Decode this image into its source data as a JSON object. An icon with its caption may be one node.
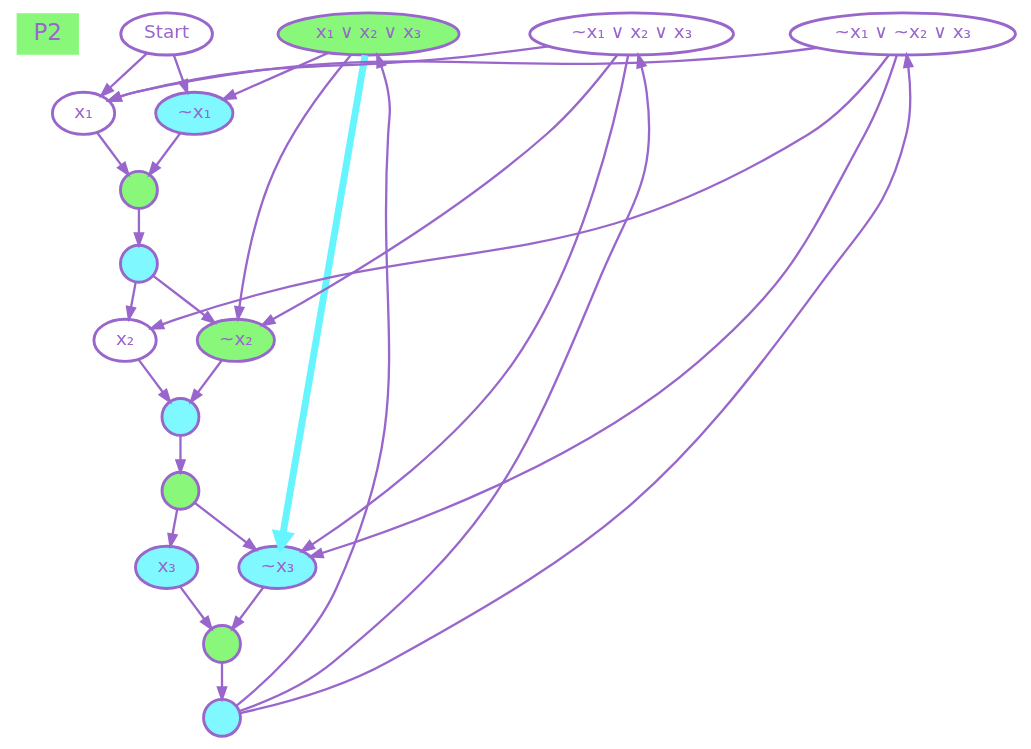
{
  "diagram": {
    "nodes": [
      {
        "text": [
          "Start"
        ]
      },
      {
        "text": [
          "x₁"
        ]
      },
      {
        "text": [
          "~x₁"
        ]
      },
      {
        "text": [],
        "shape": "circle"
      },
      {
        "text": [],
        "shape": "circle"
      },
      {
        "text": [
          "x₂"
        ]
      },
      {
        "text": [
          "~x₂"
        ]
      },
      {
        "text": [],
        "shape": "circle"
      },
      {
        "text": [],
        "shape": "circle"
      },
      {
        "text": [
          "x₃"
        ]
      },
      {
        "text": [
          "~x₃"
        ]
      },
      {
        "text": [],
        "shape": "circle"
      },
      {
        "text": [
          "x₁ ∨ x₂ ∨ x₃"
        ]
      },
      {
        "text": [
          "~x₁ ∨ x₂ ∨ x₃"
        ]
      },
      {
        "text": [
          "~x₁ ∨ ~x₂ ∨ x₃"
        ]
      },
      {
        "text": [],
        "shape": "circle"
      }
    ],
    "edges": [
      {
        "from": 0,
        "to": 1,
        "arrow": "to"
      },
      {
        "from": 0,
        "to": 2,
        "arrow": "to"
      },
      {
        "from": 1,
        "to": 3,
        "arrow": "to"
      },
      {
        "from": 2,
        "to": 3,
        "arrow": "to"
      },
      {
        "from": 3,
        "to": 4,
        "arrow": "to"
      },
      {
        "from": 4,
        "to": 5,
        "arrow": "to"
      },
      {
        "from": 4,
        "to": 6,
        "arrow": "to"
      },
      {
        "from": 5,
        "to": 7,
        "arrow": "to"
      },
      {
        "from": 6,
        "to": 7,
        "arrow": "to"
      },
      {
        "from": 7,
        "to": 8,
        "arrow": "to"
      },
      {
        "from": 8,
        "to": 9,
        "arrow": "to"
      },
      {
        "from": 8,
        "to": 10,
        "arrow": "to"
      },
      {
        "from": 9,
        "to": 11,
        "arrow": "to"
      },
      {
        "from": 10,
        "to": 11,
        "arrow": "to"
      },
      {
        "from": 11,
        "to": 15,
        "arrow": "to"
      },
      {
        "from": 12,
        "to": 2,
        "arrow": "to"
      },
      {
        "from": 12,
        "to": 6,
        "arrow": "to"
      },
      {
        "from": 12,
        "to": 10,
        "arrow": "to",
        "style": "thick",
        "color": "#66f5ff"
      },
      {
        "from": 13,
        "to": 1,
        "arrow": "to"
      },
      {
        "from": 13,
        "to": 6,
        "arrow": "to"
      },
      {
        "from": 13,
        "to": 10,
        "arrow": "to"
      },
      {
        "from": 14,
        "to": 1,
        "arrow": "to"
      },
      {
        "from": 14,
        "to": 5,
        "arrow": "to"
      },
      {
        "from": 14,
        "to": 10,
        "arrow": "to"
      },
      {
        "from": 15,
        "to": 14,
        "arrow": "to"
      },
      {
        "from": 15,
        "to": 13,
        "arrow": "to"
      },
      {
        "from": 15,
        "to": 12,
        "arrow": "to"
      }
    ],
    "labels": [
      "P2"
    ]
  }
}
